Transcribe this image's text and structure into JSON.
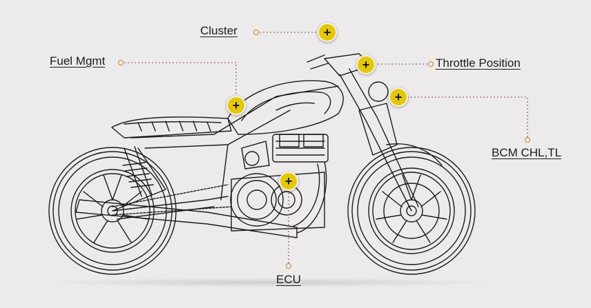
{
  "hotspots": {
    "cluster": {
      "label": "Cluster",
      "symbol": "+"
    },
    "fuel": {
      "label": "Fuel Mgmt",
      "symbol": "+"
    },
    "throttle": {
      "label": "Throttle Position",
      "symbol": "+"
    },
    "bcm": {
      "label": "BCM CHL,TL",
      "symbol": "+"
    },
    "ecu": {
      "label": "ECU",
      "symbol": "+"
    }
  },
  "colors": {
    "hotspot_fill": "#e4c70c",
    "leader_line": "#9a6a6a",
    "background": "#eceaeb",
    "line_art": "#1a1a1a"
  }
}
